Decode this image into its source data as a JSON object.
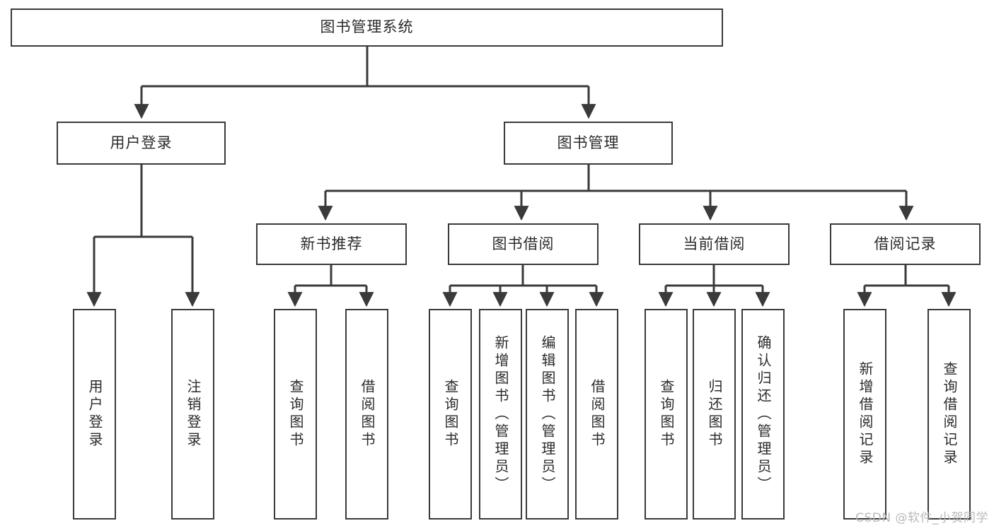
{
  "diagram": {
    "title": "图书管理系统",
    "type": "tree",
    "root": {
      "id": "root",
      "label": "图书管理系统"
    },
    "level1": [
      {
        "id": "user-login",
        "label": "用户登录"
      },
      {
        "id": "book-management",
        "label": "图书管理"
      }
    ],
    "level2": [
      {
        "id": "new-book-recommend",
        "label": "新书推荐",
        "parent": "book-management"
      },
      {
        "id": "book-borrow",
        "label": "图书借阅",
        "parent": "book-management"
      },
      {
        "id": "current-borrow",
        "label": "当前借阅",
        "parent": "book-management"
      },
      {
        "id": "borrow-record",
        "label": "借阅记录",
        "parent": "book-management"
      }
    ],
    "leaves": [
      {
        "id": "leaf-user-login",
        "label": "用户登录",
        "parent": "user-login"
      },
      {
        "id": "leaf-user-logout",
        "label": "注销登录",
        "parent": "user-login"
      },
      {
        "id": "leaf-query-book-1",
        "label": "查询图书",
        "parent": "new-book-recommend"
      },
      {
        "id": "leaf-borrow-book-1",
        "label": "借阅图书",
        "parent": "new-book-recommend"
      },
      {
        "id": "leaf-query-book-2",
        "label": "查询图书",
        "parent": "book-borrow"
      },
      {
        "id": "leaf-add-book",
        "label": "新增图书（管理员）",
        "parent": "book-borrow"
      },
      {
        "id": "leaf-edit-book",
        "label": "编辑图书（管理员）",
        "parent": "book-borrow"
      },
      {
        "id": "leaf-borrow-book-2",
        "label": "借阅图书",
        "parent": "book-borrow"
      },
      {
        "id": "leaf-query-book-3",
        "label": "查询图书",
        "parent": "current-borrow"
      },
      {
        "id": "leaf-return-book",
        "label": "归还图书",
        "parent": "current-borrow"
      },
      {
        "id": "leaf-confirm-return",
        "label": "确认归还（管理员）",
        "parent": "current-borrow"
      },
      {
        "id": "leaf-add-record",
        "label": "新增借阅记录",
        "parent": "borrow-record"
      },
      {
        "id": "leaf-query-record",
        "label": "查询借阅记录",
        "parent": "borrow-record"
      }
    ]
  },
  "watermark": {
    "text": "CSDN @软件_小贺同学"
  },
  "colors": {
    "border": "#3a3a3a",
    "text": "#2b2b2b",
    "background": "#ffffff",
    "watermark": "#b9b9b9"
  }
}
